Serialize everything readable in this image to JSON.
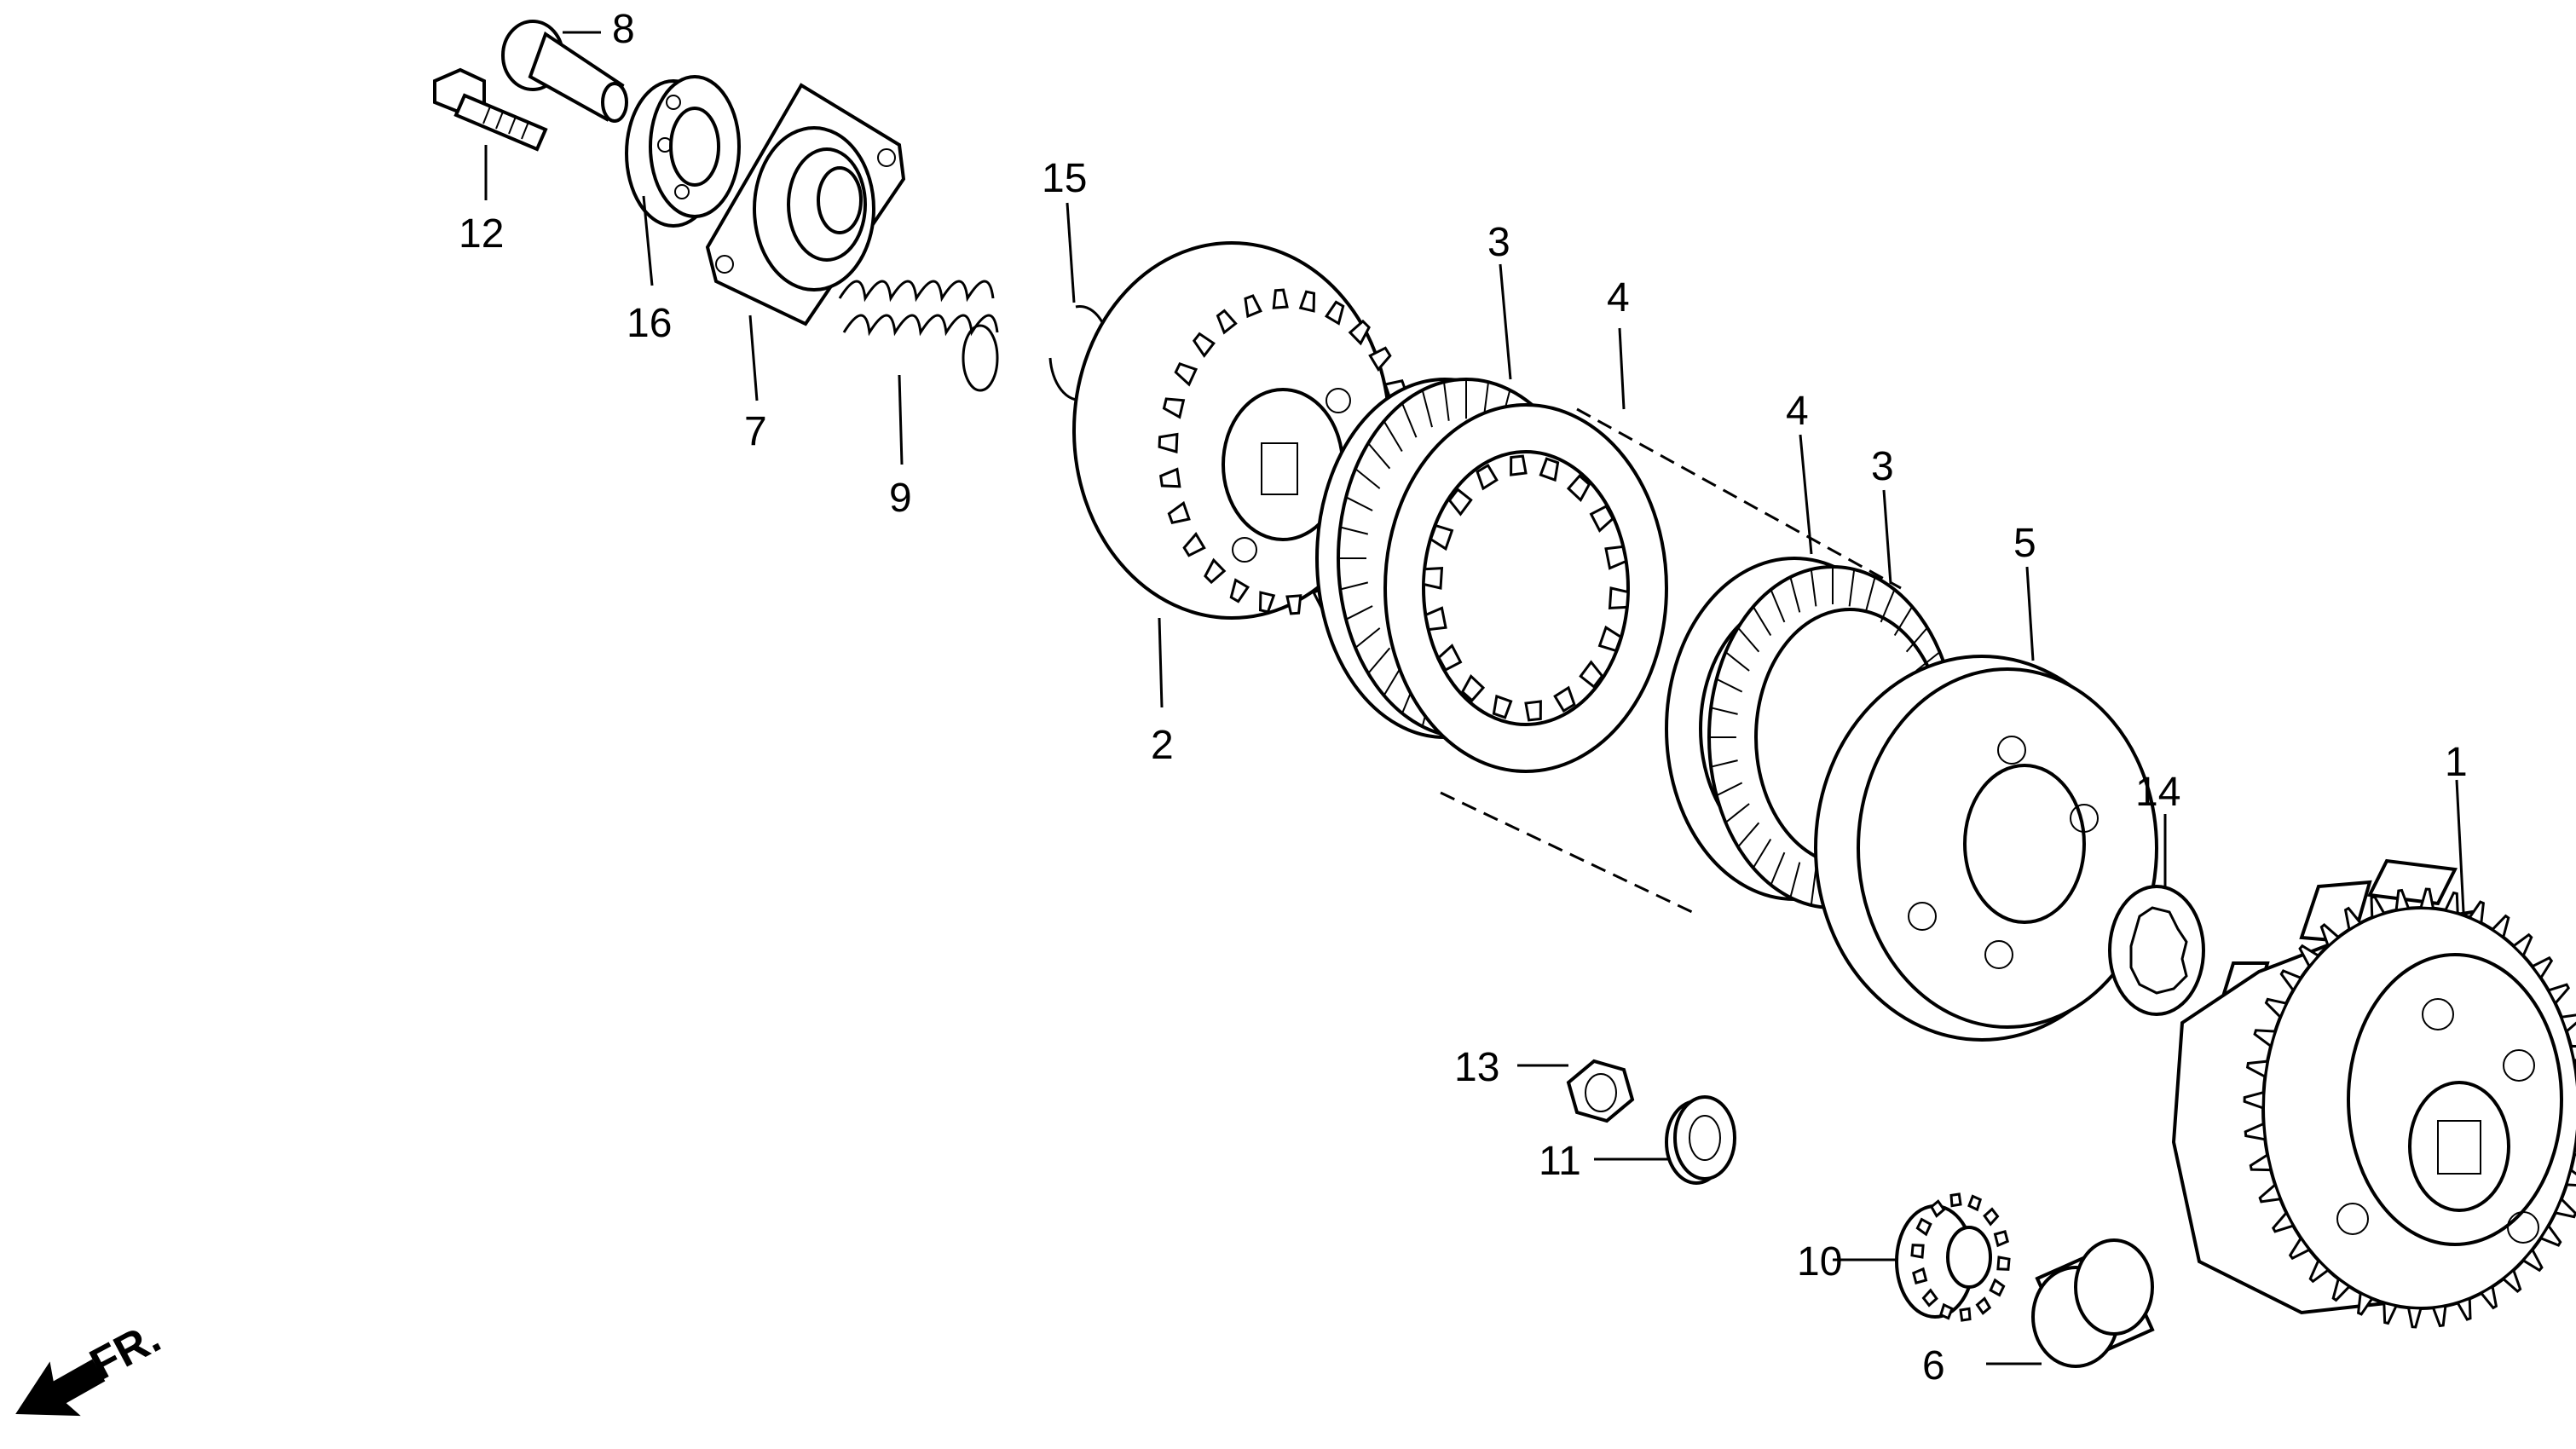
{
  "diagram": {
    "callouts": [
      {
        "id": "c1",
        "text": "1"
      },
      {
        "id": "c2",
        "text": "2"
      },
      {
        "id": "c3a",
        "text": "3"
      },
      {
        "id": "c3b",
        "text": "3"
      },
      {
        "id": "c4a",
        "text": "4"
      },
      {
        "id": "c4b",
        "text": "4"
      },
      {
        "id": "c5",
        "text": "5"
      },
      {
        "id": "c6",
        "text": "6"
      },
      {
        "id": "c7",
        "text": "7"
      },
      {
        "id": "c8",
        "text": "8"
      },
      {
        "id": "c9",
        "text": "9"
      },
      {
        "id": "c10",
        "text": "10"
      },
      {
        "id": "c11",
        "text": "11"
      },
      {
        "id": "c12",
        "text": "12"
      },
      {
        "id": "c13",
        "text": "13"
      },
      {
        "id": "c14",
        "text": "14"
      },
      {
        "id": "c15",
        "text": "15"
      },
      {
        "id": "c16",
        "text": "16"
      }
    ],
    "front_arrow_label": "FR."
  }
}
